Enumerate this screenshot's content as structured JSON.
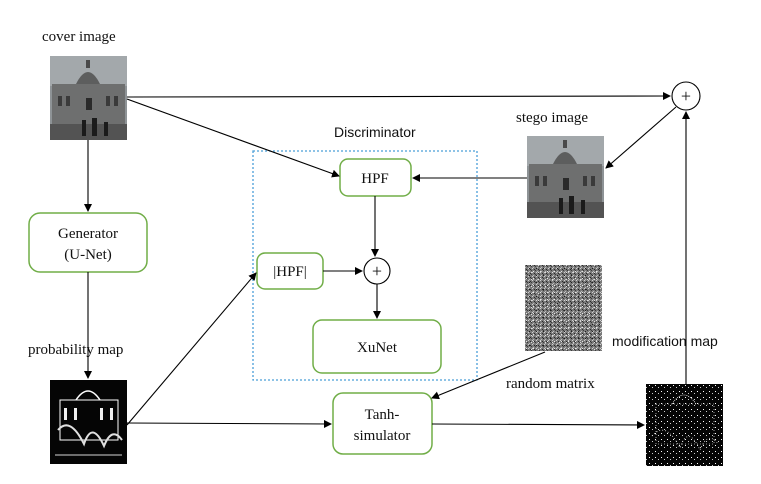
{
  "labels": {
    "cover_image": "cover image",
    "stego_image": "stego image",
    "discriminator": "Discriminator",
    "probability_map": "probability  map",
    "random_matrix": "random matrix",
    "modification_map": "modification map"
  },
  "nodes": {
    "generator": [
      "Generator",
      "(U-Net)"
    ],
    "hpf": "HPF",
    "abs_hpf": "|HPF|",
    "xunet": "XuNet",
    "tanh": [
      "Tanh-",
      "simulator"
    ],
    "plus": "+"
  },
  "colors": {
    "box_border": "#70ad47",
    "discriminator_border": "#4a9fd8"
  }
}
